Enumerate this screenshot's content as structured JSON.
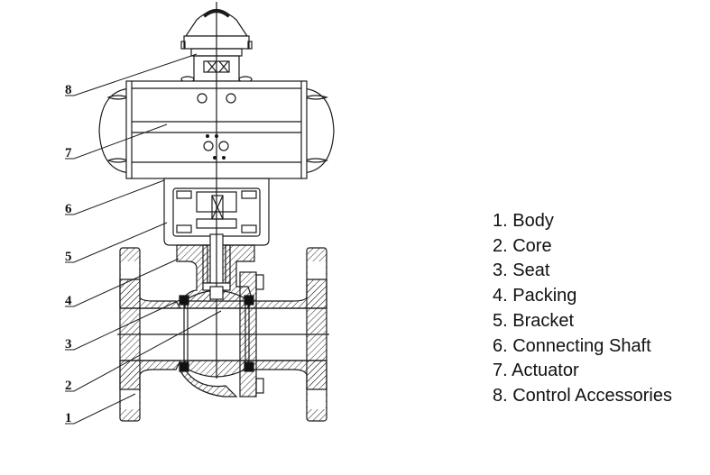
{
  "diagram": {
    "title": "Pneumatic ball valve structure",
    "callouts": [
      "1",
      "2",
      "3",
      "4",
      "5",
      "6",
      "7",
      "8"
    ]
  },
  "legend": {
    "items": [
      "1. Body",
      "2. Core",
      "3. Seat",
      "4. Packing",
      "5. Bracket",
      "6. Connecting Shaft",
      "7. Actuator",
      "8. Control Accessories"
    ]
  },
  "colors": {
    "line": "#1a1a1a",
    "seat": "#111111",
    "background": "#ffffff"
  }
}
